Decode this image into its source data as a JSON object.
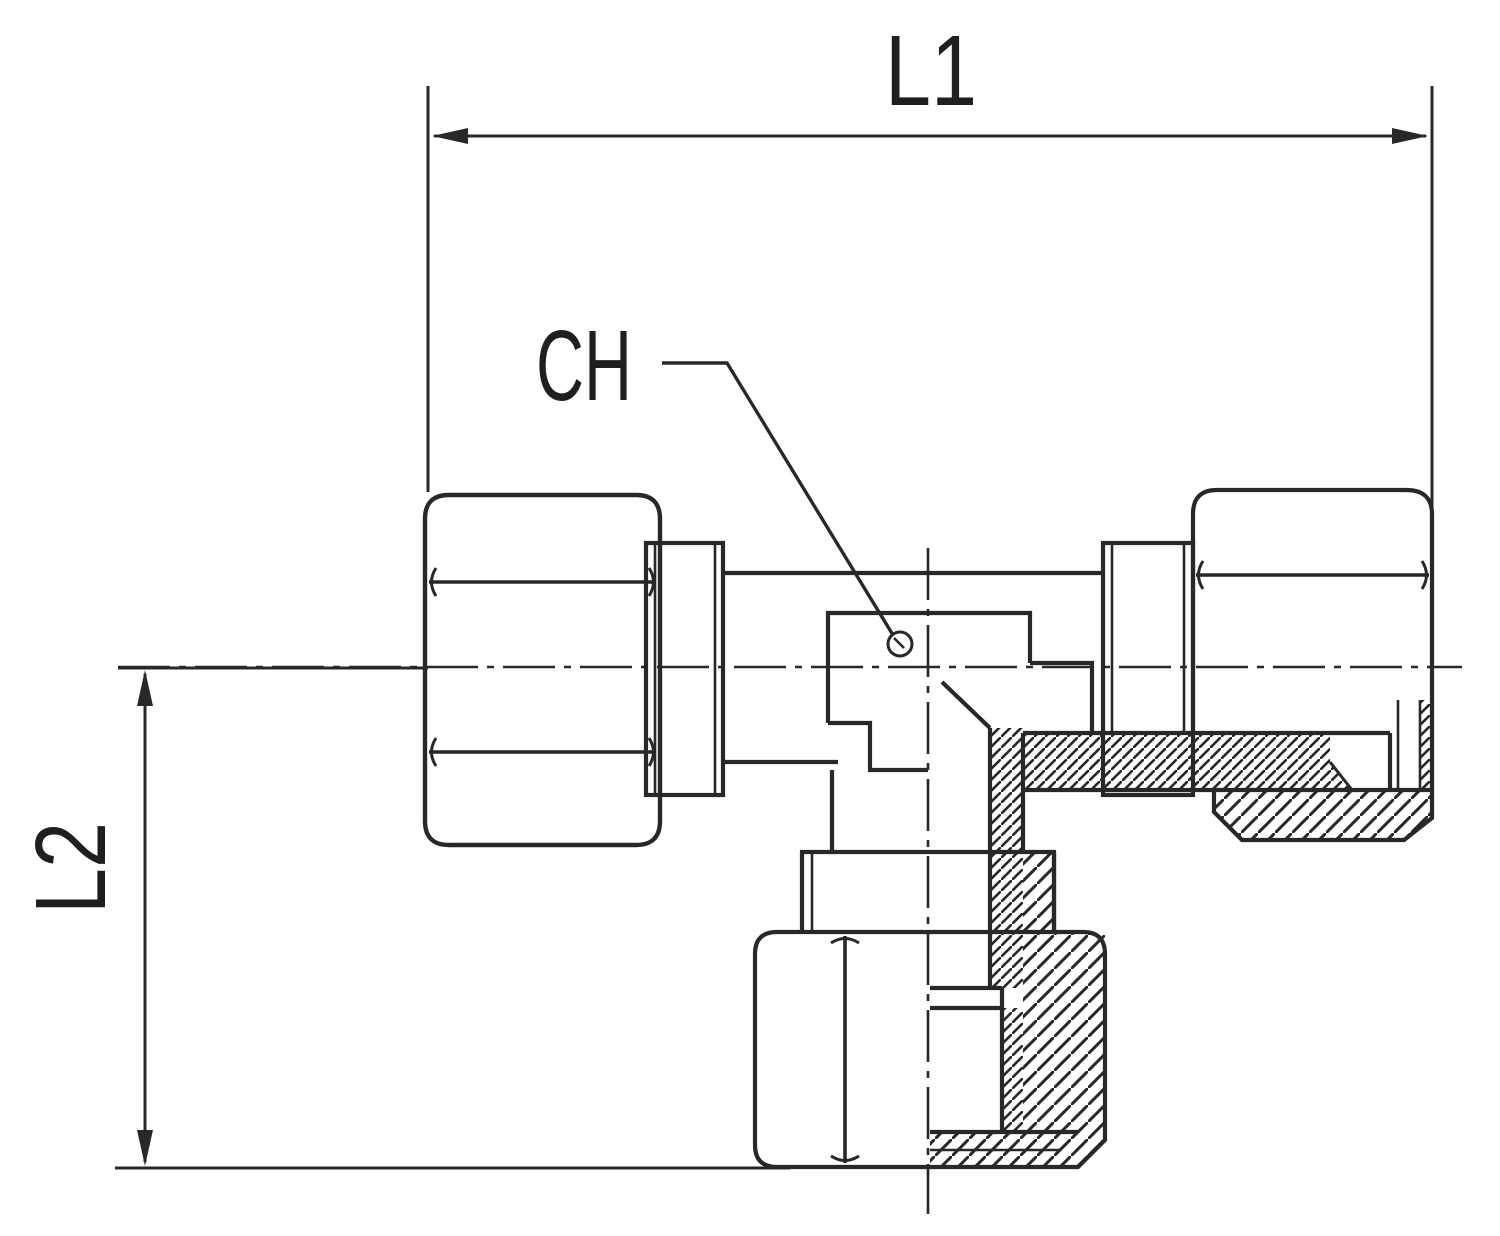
{
  "drawing": {
    "background": "#ffffff",
    "line_color": "#282828",
    "labels": {
      "length_overall": "L1",
      "length_branch": "L2",
      "wrench_size": "CH"
    }
  }
}
